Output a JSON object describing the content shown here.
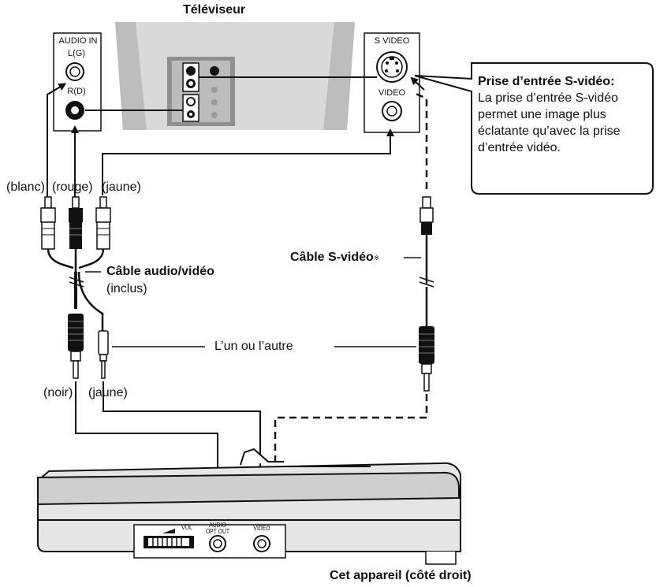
{
  "tv": {
    "title": "Téléviseur",
    "audio_in": "AUDIO IN",
    "left_channel": "L(G)",
    "right_channel": "R(D)",
    "s_video": "S VIDEO",
    "video": "VIDEO"
  },
  "callout": {
    "title": "Prise d’entrée S-vidéo:",
    "body": "La prise d’entrée S-vidéo permet une image plus éclatante qu’avec la prise d’entrée vidéo."
  },
  "plugs": {
    "white": "(blanc)",
    "red": "(rouge)",
    "yellow": "(jaune)",
    "black": "(noir)",
    "yellow_mini": "(jaune)"
  },
  "cables": {
    "av_cable": "Câble audio/vidéo",
    "av_included": "(inclus)",
    "svideo_cable": "Câble S-vidéo",
    "svideo_mark": "※",
    "either": "L’un ou l’autre"
  },
  "unit": {
    "caption": "Cet appareil (côté droit)",
    "vol": "VOL",
    "audio_opt_out_1": "AUDIO",
    "audio_opt_out_2": "OPT OUT",
    "video": "VIDEO"
  },
  "colors": {
    "tv_body": "#d4d4d4",
    "tv_panel": "#9a9a9a",
    "line": "#111111"
  }
}
